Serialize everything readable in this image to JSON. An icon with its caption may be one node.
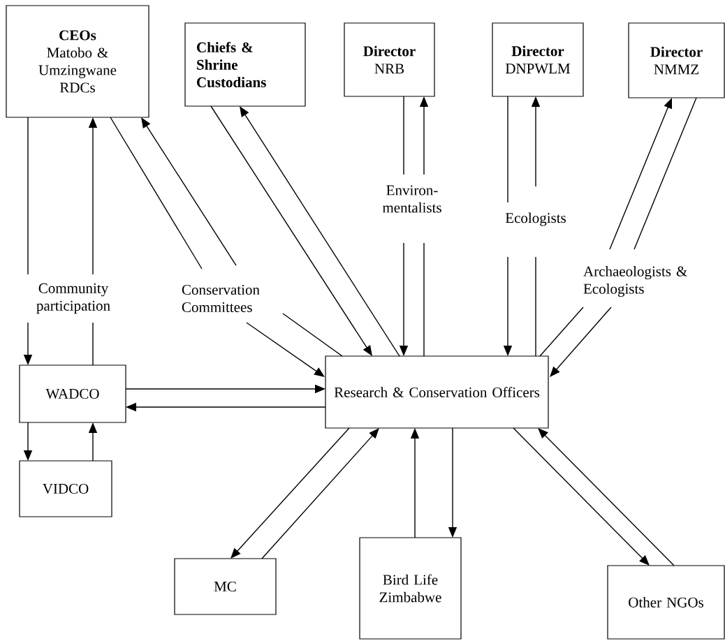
{
  "diagram": {
    "nodes": [
      {
        "text": [
          "CEOs",
          "Matobo & Umzingwane RDCs"
        ]
      },
      {
        "text": [
          "Chiefs & Shrine Custodians"
        ]
      },
      {
        "text": [
          "Director",
          "NRB"
        ]
      },
      {
        "text": [
          "Director",
          "DNPWLM"
        ]
      },
      {
        "text": [
          "Director",
          "NMMZ"
        ]
      },
      {
        "text": [
          "Community participation"
        ]
      },
      {
        "text": [
          "Conservation Committees"
        ]
      },
      {
        "text": [
          "Environ- mentalists"
        ]
      },
      {
        "text": [
          "Ecologists"
        ]
      },
      {
        "text": [
          "Archaeologists & Ecologists"
        ]
      },
      {
        "text": [
          "WADCO"
        ]
      },
      {
        "text": [
          "VIDCO"
        ]
      },
      {
        "text": [
          "Research & Conservation Officers"
        ]
      },
      {
        "text": [
          "MC"
        ]
      },
      {
        "text": [
          "Bird Life Zimbabwe"
        ]
      },
      {
        "text": [
          "Other NGOs"
        ]
      }
    ],
    "edges": [
      {
        "from": 0,
        "to": 5,
        "arrow": "none"
      },
      {
        "from": 5,
        "to": 10,
        "arrow": "to"
      },
      {
        "from": 10,
        "to": 5,
        "arrow": "none"
      },
      {
        "from": 5,
        "to": 0,
        "arrow": "to"
      },
      {
        "from": 0,
        "to": 6,
        "arrow": "none"
      },
      {
        "from": 6,
        "to": 12,
        "arrow": "to"
      },
      {
        "from": 12,
        "to": 6,
        "arrow": "none"
      },
      {
        "from": 6,
        "to": 0,
        "arrow": "to"
      },
      {
        "from": 1,
        "to": 12,
        "arrow": "to"
      },
      {
        "from": 12,
        "to": 1,
        "arrow": "to"
      },
      {
        "from": 2,
        "to": 7,
        "arrow": "none"
      },
      {
        "from": 7,
        "to": 12,
        "arrow": "to"
      },
      {
        "from": 12,
        "to": 7,
        "arrow": "none"
      },
      {
        "from": 7,
        "to": 2,
        "arrow": "to"
      },
      {
        "from": 3,
        "to": 8,
        "arrow": "none"
      },
      {
        "from": 8,
        "to": 12,
        "arrow": "to"
      },
      {
        "from": 12,
        "to": 8,
        "arrow": "none"
      },
      {
        "from": 8,
        "to": 3,
        "arrow": "to"
      },
      {
        "from": 12,
        "to": 9,
        "arrow": "none"
      },
      {
        "from": 9,
        "to": 12,
        "arrow": "to"
      },
      {
        "from": 9,
        "to": 4,
        "arrow": "to"
      },
      {
        "from": 4,
        "to": 9,
        "arrow": "none"
      },
      {
        "from": 10,
        "to": 12,
        "arrow": "to"
      },
      {
        "from": 12,
        "to": 10,
        "arrow": "to"
      },
      {
        "from": 10,
        "to": 11,
        "arrow": "to"
      },
      {
        "from": 11,
        "to": 10,
        "arrow": "to"
      },
      {
        "from": 12,
        "to": 13,
        "arrow": "to"
      },
      {
        "from": 13,
        "to": 12,
        "arrow": "to"
      },
      {
        "from": 14,
        "to": 12,
        "arrow": "to"
      },
      {
        "from": 12,
        "to": 14,
        "arrow": "to"
      },
      {
        "from": 12,
        "to": 15,
        "arrow": "to"
      },
      {
        "from": 15,
        "to": 12,
        "arrow": "to"
      }
    ]
  }
}
